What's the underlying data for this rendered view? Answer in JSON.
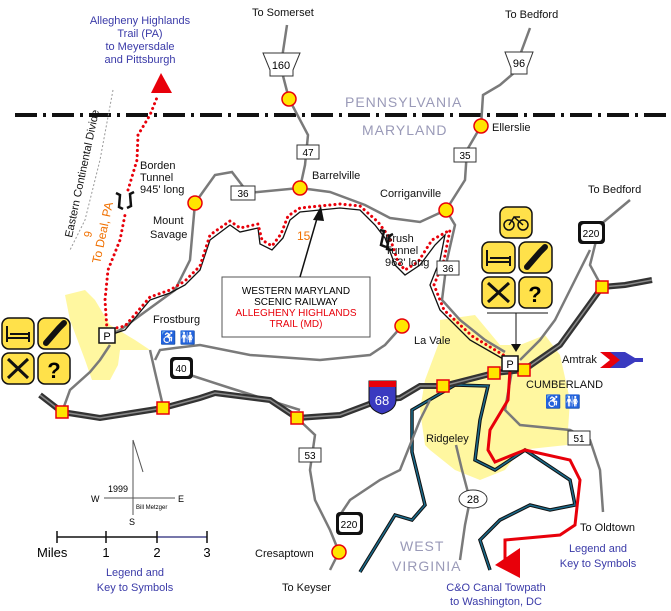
{
  "states": {
    "north": "PENNSYLVANIA",
    "south": "MARYLAND",
    "west_virginia": [
      "WEST",
      "VIRGINIA"
    ]
  },
  "towns": {
    "barrelville": "Barrelville",
    "ellerslie": "Ellerslie",
    "corriganville": "Corriganville",
    "mount_savage": [
      "Mount",
      "Savage"
    ],
    "frostburg": "Frostburg",
    "la_vale": "La Vale",
    "cumberland": "CUMBERLAND",
    "ridgeley": "Ridgeley",
    "cresaptown": "Cresaptown"
  },
  "destinations": {
    "somerset": "To Somerset",
    "bedford_north": "To Bedford",
    "bedford_east": "To Bedford",
    "keyser": "To Keyser",
    "oldtown": "To Oldtown",
    "amtrak": "Amtrak"
  },
  "routes": {
    "pa160": "160",
    "pa96": "96",
    "md47": "47",
    "md35": "35",
    "md36_west": "36",
    "md36_east": "36",
    "us40": "40",
    "i68": "68",
    "md53": "53",
    "us220_north": "220",
    "us220_south": "220",
    "wv28": "28",
    "md51": "51",
    "trail_15": "15",
    "trail_9": "9"
  },
  "tunnels": {
    "borden": [
      "Borden",
      "Tunnel",
      "945' long"
    ],
    "brush": [
      "Brush",
      "Tunnel",
      "963' long"
    ]
  },
  "trail_notes": {
    "pa_trail": [
      "Allegheny Highlands",
      "Trail (PA)",
      "to Meyersdale",
      "and Pittsburgh"
    ],
    "to_deal": "To Deal, PA",
    "divide": "Eastern Continental Divide",
    "co_canal": [
      "C&O Canal Towpath",
      "to Washington, DC"
    ]
  },
  "callout": {
    "line1": "WESTERN MARYLAND",
    "line2": "SCENIC RAILWAY",
    "line3": "ALLEGHENY HIGHLANDS",
    "line4": "TRAIL (MD)"
  },
  "parking_label": "P",
  "help_symbol": "?",
  "compass": {
    "year": "1999",
    "west": "W",
    "east": "E",
    "south": "S",
    "author": "Bill Metzger"
  },
  "scale": {
    "unit": "Miles",
    "ticks": [
      "1",
      "2",
      "3"
    ]
  },
  "legend_links": {
    "left": [
      "Legend and",
      "Key to Symbols"
    ],
    "right": [
      "Legend and",
      "Key to Symbols"
    ]
  },
  "colors": {
    "trail": "#e8000a",
    "town": "#ffe500",
    "urban": "#fff7a0",
    "river": "#1a5a7a",
    "amtrak": "#3a3ac0"
  }
}
